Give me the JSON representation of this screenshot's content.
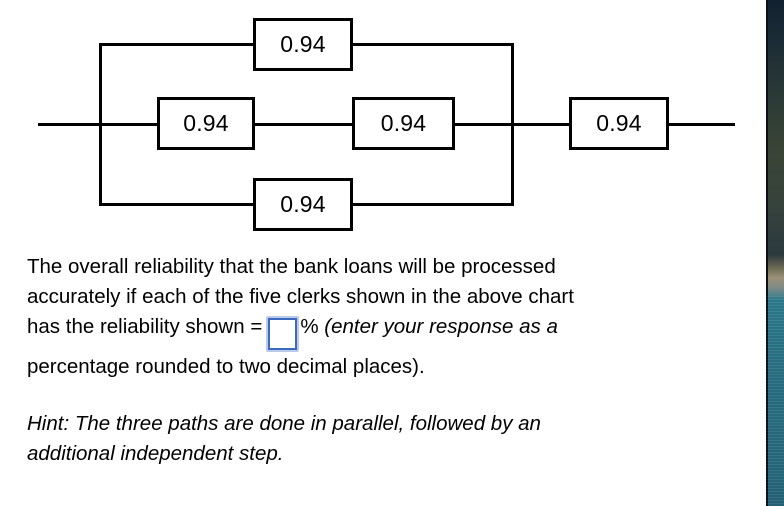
{
  "diagram": {
    "name": "reliability-block-diagram",
    "line_color": "#000000",
    "blocks": [
      {
        "id": "top-path",
        "value": "0.94"
      },
      {
        "id": "middle-path-first",
        "value": "0.94"
      },
      {
        "id": "middle-path-second",
        "value": "0.94"
      },
      {
        "id": "bottom-path",
        "value": "0.94"
      },
      {
        "id": "series-final",
        "value": "0.94"
      }
    ]
  },
  "question": {
    "line1": "The overall reliability that the bank loans will be processed",
    "line2": "accurately if each of the five clerks shown in the above chart",
    "line3_before_input": "has the reliability shown =",
    "percent_symbol": "%",
    "italic_tail_line3": "(enter your response as a",
    "italic_line4": "percentage rounded to two decimal places)."
  },
  "answer": {
    "value": "",
    "placeholder": "",
    "border_color": "#3d6ac0",
    "glow_color": "#b9cbe9"
  },
  "hint": {
    "line1": "Hint: The three paths are done in parallel, followed by an",
    "line2": "additional independent step."
  },
  "chart_data": {
    "type": "diagram",
    "title": "Reliability block diagram",
    "structure": "three parallel paths in series with one additional independent block",
    "component_reliability": 0.94,
    "paths": [
      {
        "name": "top path",
        "blocks": [
          0.94
        ]
      },
      {
        "name": "middle path",
        "blocks": [
          0.94,
          0.94
        ]
      },
      {
        "name": "bottom path",
        "blocks": [
          0.94
        ]
      }
    ],
    "series_after_parallel": [
      0.94
    ],
    "node_count": 5
  }
}
